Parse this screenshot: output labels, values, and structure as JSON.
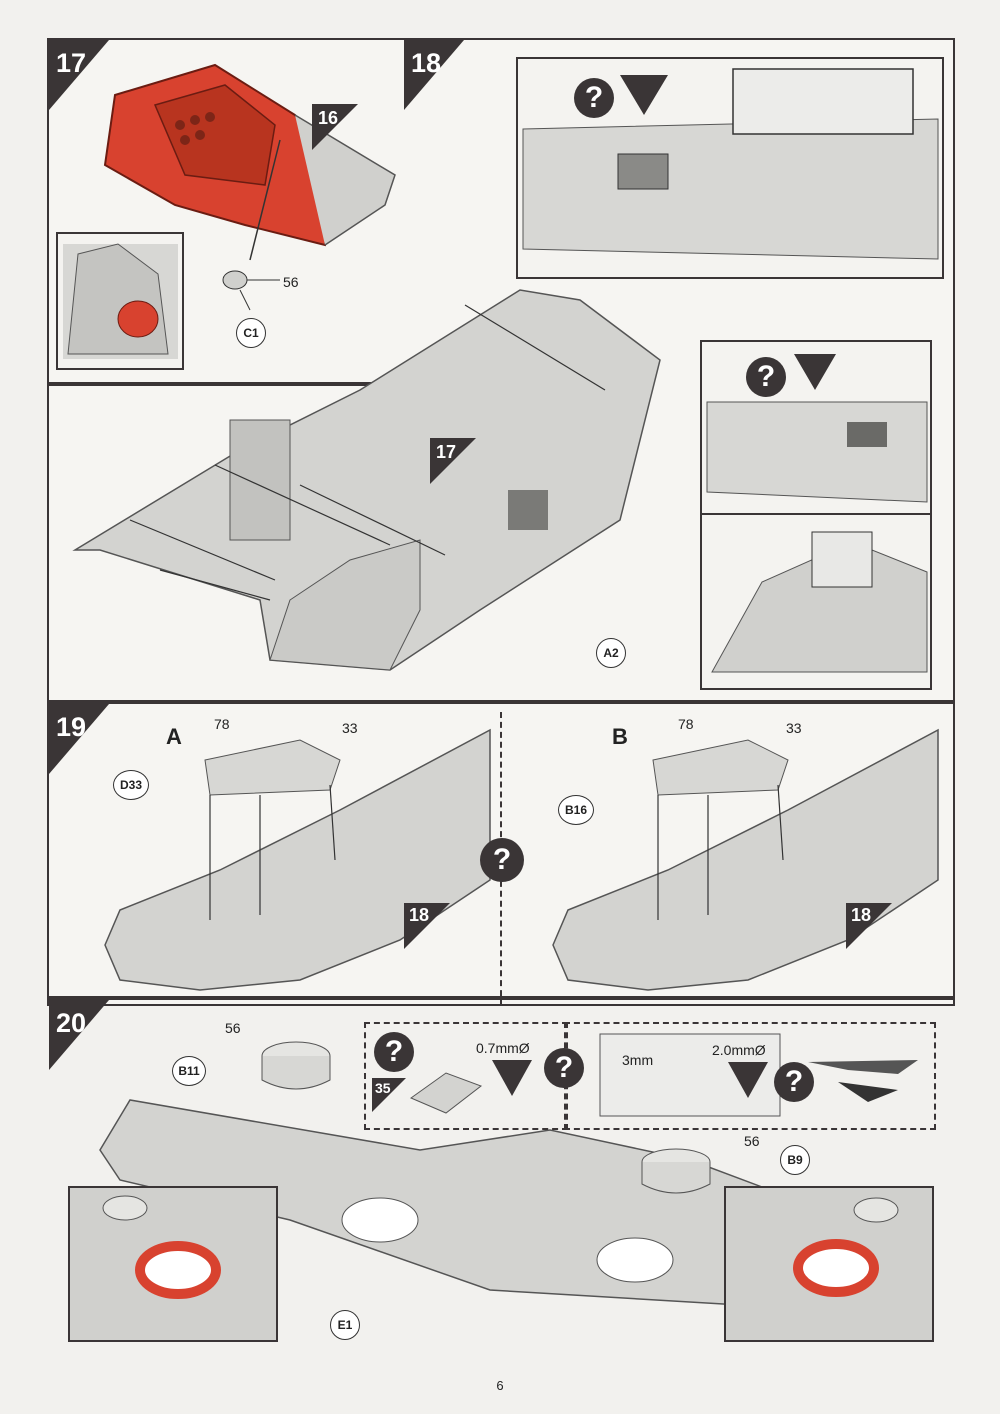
{
  "page_number": "6",
  "steps": {
    "s17": {
      "number": "17",
      "ref_step": "16",
      "part_56": "56",
      "part_c1": "C1",
      "ref_flag": "17",
      "part_a2": "A2"
    },
    "s18": {
      "number": "18"
    },
    "s19": {
      "number": "19",
      "option_a": "A",
      "option_b": "B",
      "a_78": "78",
      "a_33": "33",
      "a_d33": "D33",
      "a_ref": "18",
      "b_78": "78",
      "b_33": "33",
      "b_b16": "B16",
      "b_ref": "18"
    },
    "s20": {
      "number": "20",
      "left_56": "56",
      "left_b11": "B11",
      "drill1": "0.7mmØ",
      "ref_35": "35",
      "dim_3mm": "3mm",
      "drill2": "2.0mmØ",
      "right_56": "56",
      "right_b9": "B9",
      "part_e1": "E1"
    }
  },
  "qmark_symbol": "?",
  "colors": {
    "accent_red": "#d8422f",
    "frame": "#3a3536",
    "plastic_grey": "#c9c9c6"
  }
}
